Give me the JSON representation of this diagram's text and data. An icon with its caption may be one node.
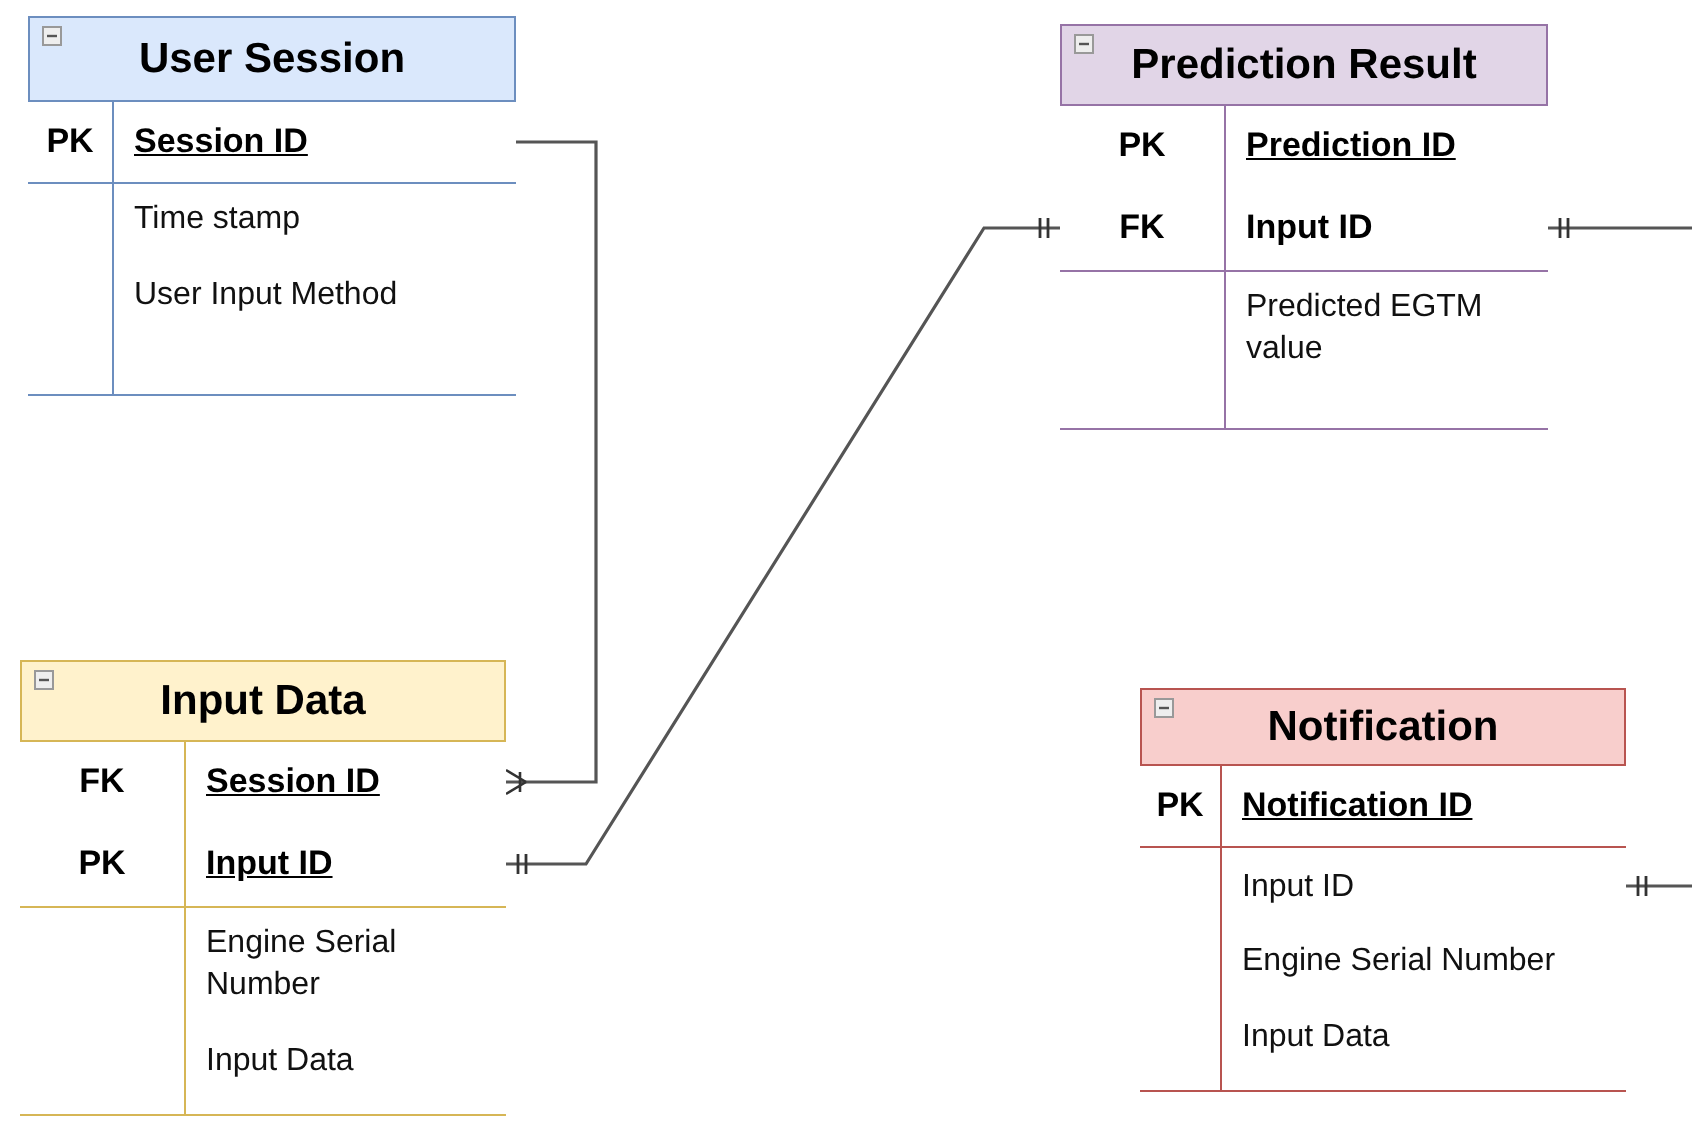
{
  "diagram": {
    "nodes": [
      {
        "text": [
          "User Session"
        ]
      },
      {
        "text": [
          "PK",
          "Session ID"
        ],
        "in": 0
      },
      {
        "text": [
          "Time stamp",
          "User Input Method"
        ],
        "in": 0
      },
      {
        "text": [
          "Prediction Result"
        ]
      },
      {
        "text": [
          "PK",
          "Prediction ID"
        ],
        "in": 3
      },
      {
        "text": [
          "FK",
          "Input ID"
        ],
        "in": 3
      },
      {
        "text": [
          "Predicted EGTM value"
        ],
        "in": 3
      },
      {
        "text": [
          "Input Data"
        ]
      },
      {
        "text": [
          "FK",
          "Session ID"
        ],
        "in": 7
      },
      {
        "text": [
          "PK",
          "Input ID"
        ],
        "in": 7
      },
      {
        "text": [
          "Engine Serial Number",
          "Input Data"
        ],
        "in": 7
      },
      {
        "text": [
          "Notification"
        ]
      },
      {
        "text": [
          "PK",
          "Notification ID"
        ],
        "in": 11
      },
      {
        "text": [
          "Input ID"
        ],
        "in": 11
      },
      {
        "text": [
          "Engine Serial Number",
          "Input Data"
        ],
        "in": 11
      }
    ],
    "edges": [
      {
        "from": 1,
        "to": 8,
        "arrow": "other"
      },
      {
        "from": 9,
        "to": 5,
        "arrow": "other"
      },
      {
        "from": 5,
        "to": null,
        "arrow": "other"
      },
      {
        "from": 13,
        "to": null,
        "arrow": "other"
      }
    ]
  }
}
